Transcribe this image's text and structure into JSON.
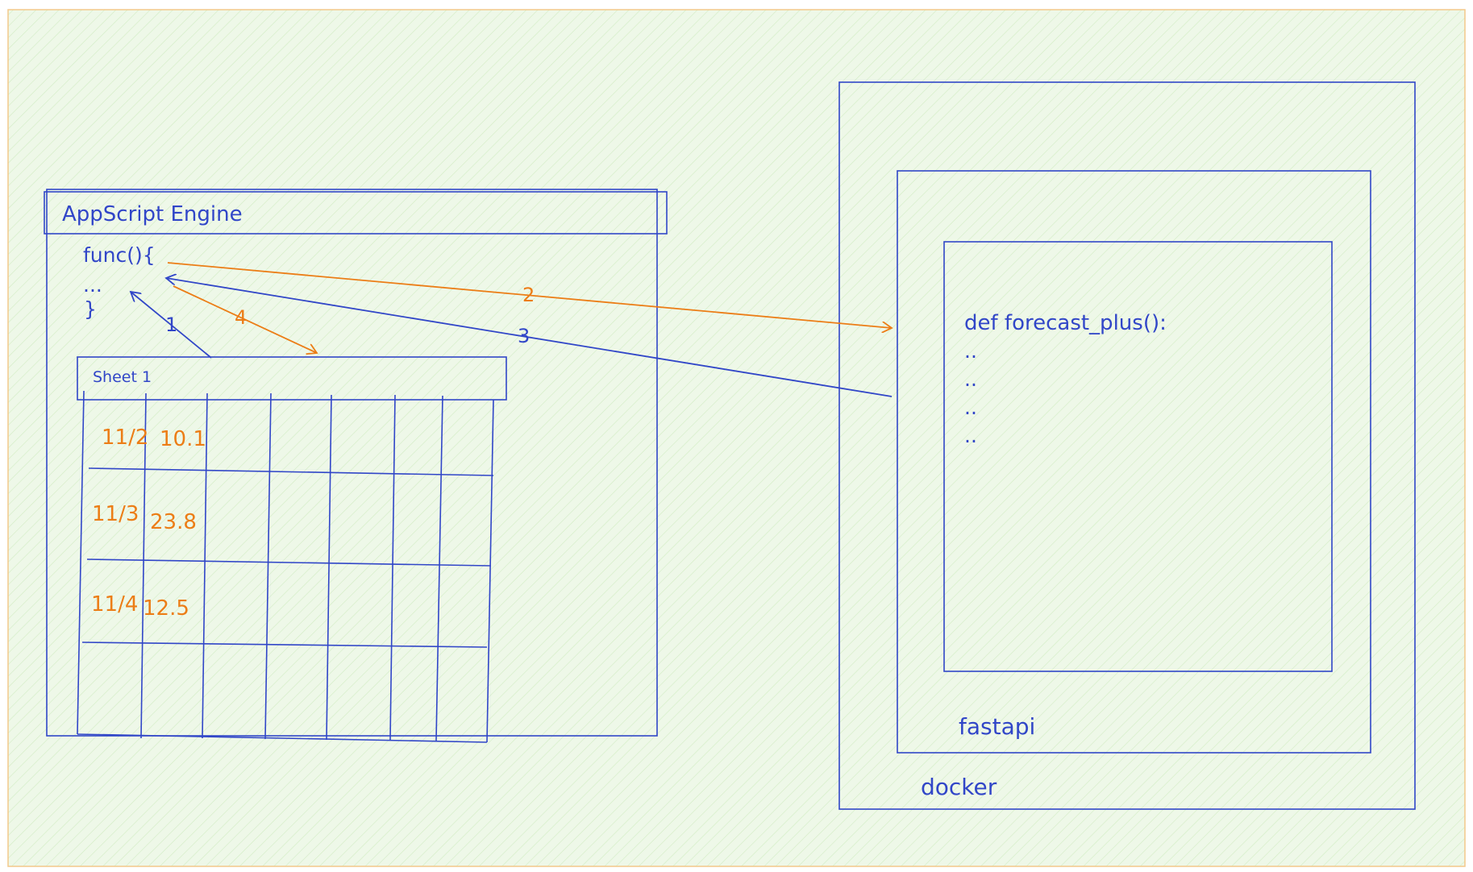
{
  "colors": {
    "background": "#e9f5e0",
    "frame_border": "#f3c98a",
    "blue": "#3146c8",
    "orange": "#ec7d16"
  },
  "appscript": {
    "title": "AppScript Engine",
    "code_line_1": "func(){",
    "code_line_2": "...",
    "code_line_3": "}"
  },
  "sheet": {
    "tab_label": "Sheet 1",
    "rows": [
      {
        "date": "11/2",
        "value": "10.1"
      },
      {
        "date": "11/3",
        "value": "23.8"
      },
      {
        "date": "11/4",
        "value": "12.5"
      }
    ]
  },
  "arrows": {
    "a1": "1",
    "a2": "2",
    "a3": "3",
    "a4": "4"
  },
  "server": {
    "code_line_1": "def forecast_plus():",
    "dots_1": "..",
    "dots_2": "..",
    "dots_3": "..",
    "dots_4": "..",
    "fastapi_label": "fastapi",
    "docker_label": "docker"
  }
}
